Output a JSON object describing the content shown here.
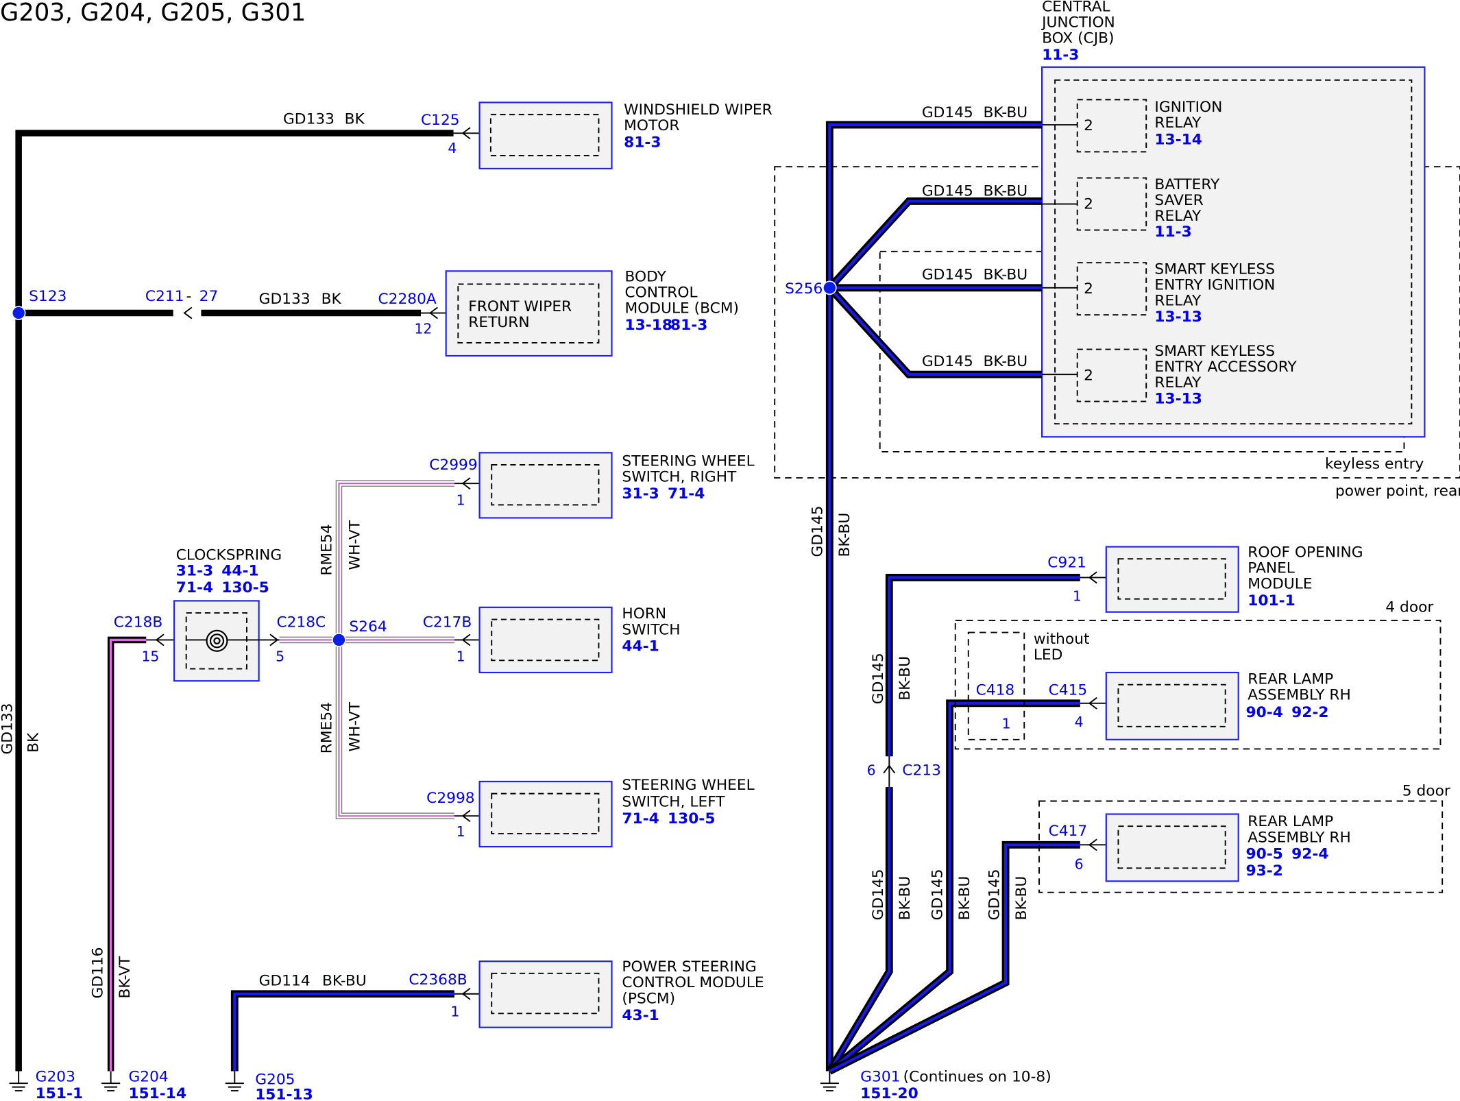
{
  "title": "G203, G204, G205, G301",
  "grounds": [
    {
      "id": "G203",
      "ref": "151-1"
    },
    {
      "id": "G204",
      "ref": "151-14"
    },
    {
      "id": "G205",
      "ref": "151-13"
    },
    {
      "id": "G301",
      "ref": "151-20",
      "note": "(Continues on 10-8)"
    }
  ],
  "splices": [
    "S123",
    "S256",
    "S264"
  ],
  "wires": {
    "gd133": "GD133",
    "bk": "BK",
    "gd145": "GD145",
    "bkbu": "BK-BU",
    "gd114": "GD114",
    "gd116": "GD116",
    "bkvt": "BK-VT",
    "rme54": "RME54",
    "whvt": "WH-VT"
  },
  "inline_connectors": {
    "c211": "C211",
    "c211_pin_sep": "-",
    "c211_pin": "27",
    "c218c": "C218C",
    "c218c_pin": "5",
    "c218b": "C218B",
    "c218b_pin": "15",
    "c213": "C213",
    "c213_pin": "6"
  },
  "components": {
    "wiper_motor": {
      "name1": "WINDSHIELD WIPER",
      "name2": "MOTOR",
      "ref": "81-3",
      "connector": "C125",
      "pin": "4"
    },
    "bcm": {
      "name1": "BODY",
      "name2": "CONTROL",
      "name3": "MODULE (BCM)",
      "ref1": "13-18",
      "ref2": "81-3",
      "connector": "C2280A",
      "pin": "12",
      "inner1": "FRONT WIPER",
      "inner2": "RETURN"
    },
    "sw_right": {
      "name1": "STEERING WHEEL",
      "name2": "SWITCH, RIGHT",
      "ref1": "31-3",
      "ref2": "71-4",
      "connector": "C2999",
      "pin": "1"
    },
    "clockspring": {
      "name": "CLOCKSPRING",
      "ref1": "31-3",
      "ref2": "44-1",
      "ref3": "71-4",
      "ref4": "130-5"
    },
    "horn": {
      "name1": "HORN",
      "name2": "SWITCH",
      "ref": "44-1",
      "connector": "C217B",
      "pin": "1"
    },
    "sw_left": {
      "name1": "STEERING WHEEL",
      "name2": "SWITCH, LEFT",
      "ref1": "71-4",
      "ref2": "130-5",
      "connector": "C2998",
      "pin": "1"
    },
    "pscm": {
      "name1": "POWER STEERING",
      "name2": "CONTROL MODULE",
      "name3": "(PSCM)",
      "ref": "43-1",
      "connector": "C2368B",
      "pin": "1"
    },
    "cjb": {
      "name1": "CENTRAL",
      "name2": "JUNCTION",
      "name3": "BOX (CJB)",
      "ref": "11-3"
    },
    "roof_panel": {
      "name1": "ROOF OPENING",
      "name2": "PANEL",
      "name3": "MODULE",
      "ref": "101-1",
      "connector": "C921",
      "pin": "1"
    },
    "rear_lamp_4": {
      "name1": "REAR LAMP",
      "name2": "ASSEMBLY RH",
      "ref1": "90-4",
      "ref2": "92-2",
      "connector": "C415",
      "pin": "4"
    },
    "rear_lamp_5": {
      "name1": "REAR LAMP",
      "name2": "ASSEMBLY RH",
      "ref1": "90-5",
      "ref2": "92-4",
      "ref3": "93-2",
      "connector": "C417",
      "pin": "6"
    },
    "c418": {
      "connector": "C418",
      "pin": "1",
      "note1": "without",
      "note2": "LED"
    }
  },
  "relays": [
    {
      "pin": "2",
      "lines": [
        "IGNITION",
        "RELAY"
      ],
      "ref": "13-14"
    },
    {
      "pin": "2",
      "lines": [
        "BATTERY",
        "SAVER",
        "RELAY"
      ],
      "ref": "11-3"
    },
    {
      "pin": "2",
      "lines": [
        "SMART KEYLESS",
        "ENTRY IGNITION",
        "RELAY"
      ],
      "ref": "13-13"
    },
    {
      "pin": "2",
      "lines": [
        "SMART KEYLESS",
        "ENTRY ACCESSORY",
        "RELAY"
      ],
      "ref": "13-13"
    }
  ],
  "options": {
    "keyless": "keyless entry",
    "power_point": "power point, rear",
    "four_door": "4 door",
    "five_door": "5 door"
  }
}
